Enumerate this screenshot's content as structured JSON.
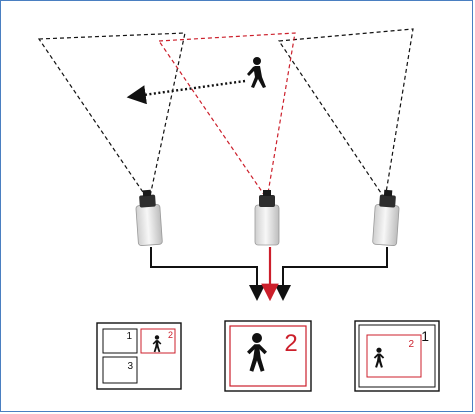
{
  "colors": {
    "border": "#4a7fc1",
    "ink": "#111111",
    "accent": "#cc1f2b",
    "camera_body": "#e9e9e9",
    "camera_head": "#2e2e2e"
  },
  "icons": {
    "person": "person-icon",
    "camera": "security-camera-icon",
    "arrow": "arrow-icon"
  },
  "displays": {
    "quad": {
      "label_1": "1",
      "label_2": "2",
      "label_3": "3"
    },
    "single": {
      "label": "2"
    },
    "pip": {
      "label_main": "1",
      "label_inset": "2"
    }
  }
}
